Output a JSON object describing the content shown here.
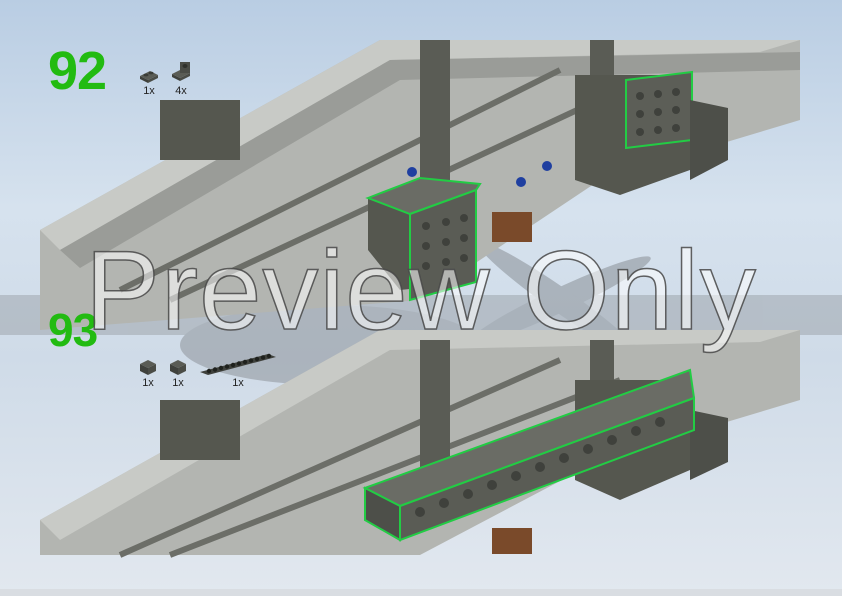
{
  "steps": [
    {
      "number": "92",
      "parts": [
        {
          "count": "1x",
          "icon": "plate-1x2-dark-icon"
        },
        {
          "count": "4x",
          "icon": "bracket-1x2-dark-icon"
        }
      ]
    },
    {
      "number": "93",
      "parts": [
        {
          "count": "1x",
          "icon": "brick-1x2-dark-icon"
        },
        {
          "count": "1x",
          "icon": "brick-1x2-dark-icon"
        },
        {
          "count": "1x",
          "icon": "technic-beam-1x12-dark-icon"
        }
      ]
    }
  ],
  "watermark": "Preview Only",
  "colors": {
    "step_number": "#22bb11",
    "highlight": "#22cc44",
    "dark_bluish_gray": "#5a5c55",
    "light_bluish_gray": "#a8aaa6",
    "sky": "#c9d8e8"
  }
}
